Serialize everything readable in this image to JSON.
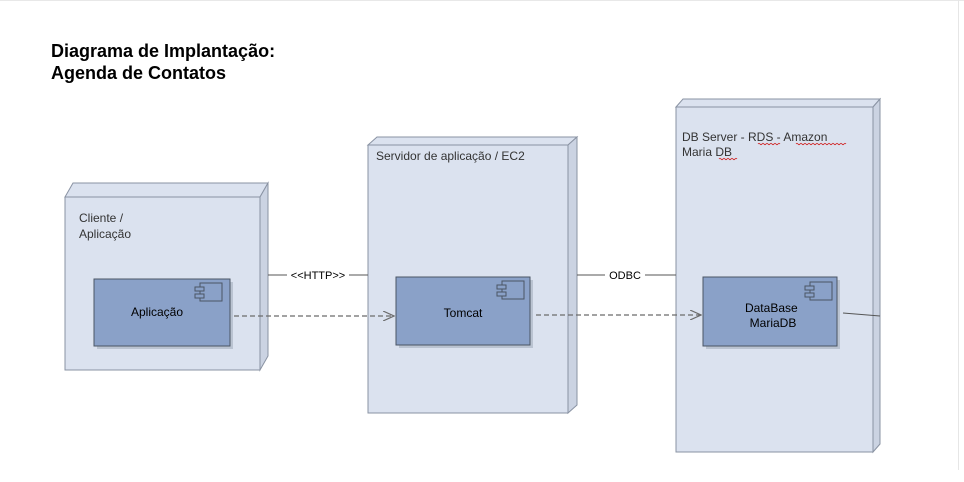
{
  "title": {
    "line1": "Diagrama de Implantação:",
    "line2": "Agenda de Contatos"
  },
  "nodes": [
    {
      "id": "cliente",
      "label_lines": [
        "Cliente /",
        "Aplicação"
      ]
    },
    {
      "id": "servidor",
      "label_lines": [
        "Servidor de aplicação / EC2"
      ]
    },
    {
      "id": "dbserver",
      "label_lines": [
        "DB Server - RDS - Amazon",
        "Maria DB"
      ]
    }
  ],
  "components": [
    {
      "id": "aplicacao",
      "label_lines": [
        "Aplicação"
      ]
    },
    {
      "id": "tomcat",
      "label_lines": [
        "Tomcat"
      ]
    },
    {
      "id": "database",
      "label_lines": [
        "DataBase",
        "MariaDB"
      ]
    }
  ],
  "connections": [
    {
      "id": "http",
      "label": "<<HTTP>>"
    },
    {
      "id": "odbc",
      "label": "ODBC"
    }
  ],
  "colors": {
    "node_fill": "#dbe2ef",
    "node_side": "#cbd3e2",
    "node_stroke": "#8a93a3",
    "component_fill": "#8aa1c8",
    "component_stroke": "#4b5564",
    "spellcheck_underline": "#d02020"
  }
}
